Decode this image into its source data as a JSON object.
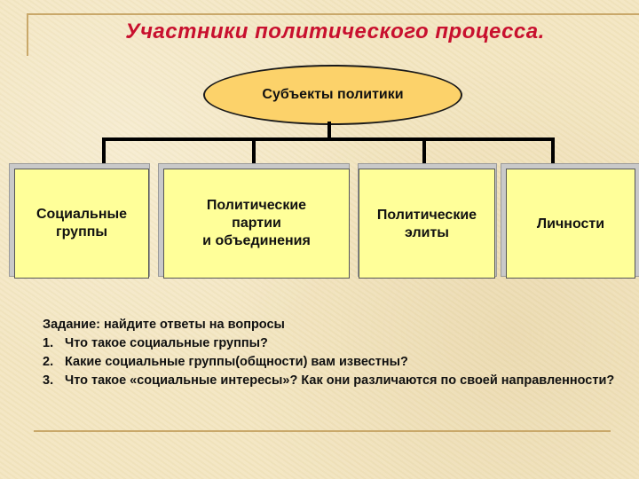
{
  "title": "Участники политического процесса.",
  "diagram": {
    "root": "Субъекты политики",
    "children": [
      {
        "label": "Социальные\nгруппы"
      },
      {
        "label": "Политические\nпартии\nи объединения"
      },
      {
        "label": "Политические\nэлиты"
      },
      {
        "label": "Личности"
      }
    ]
  },
  "task": {
    "heading": "Задание: найдите ответы на вопросы",
    "questions": [
      {
        "num": "1.",
        "text": "Что такое социальные группы?"
      },
      {
        "num": "2.",
        "text": "Какие социальные группы(общности) вам известны?"
      },
      {
        "num": "3.",
        "text": "Что такое «социальные интересы»? Как они различаются по своей направленности?"
      }
    ]
  },
  "colors": {
    "title": "#c8102e",
    "root_fill": "#fcd26a",
    "box_fill": "#ffff99",
    "background": "#f3e6c2"
  }
}
